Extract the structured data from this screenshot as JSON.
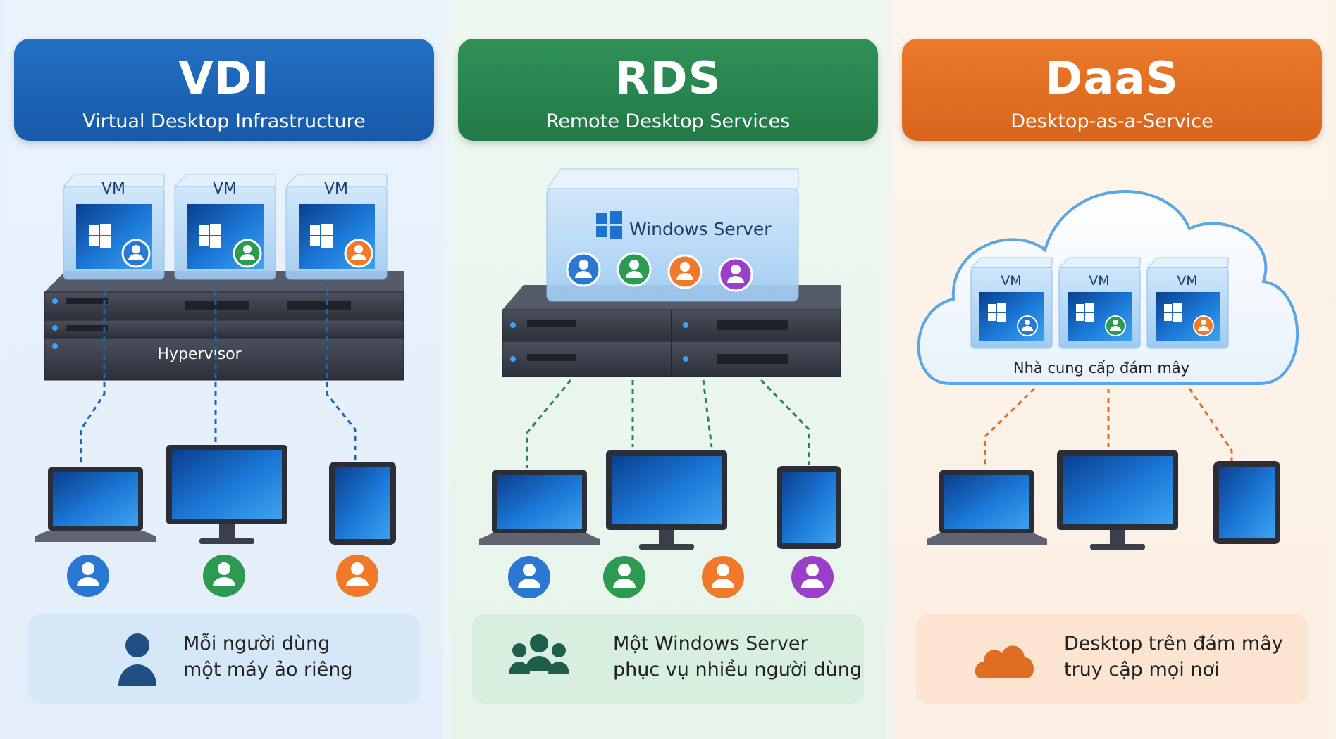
{
  "panels": [
    {
      "id": "vdi",
      "title": "VDI",
      "subtitle": "Virtual Desktop Infrastructure",
      "vm_label": "VM",
      "server_label": "Hypervisor",
      "caption_line1": "Mỗi người dùng",
      "caption_line2": "một máy ảo riêng",
      "accent": "#1c64b4"
    },
    {
      "id": "rds",
      "title": "RDS",
      "subtitle": "Remote Desktop Services",
      "server_label": "Windows Server",
      "caption_line1": "Một Windows Server",
      "caption_line2": "phục vụ nhiều người dùng",
      "accent": "#2a8550"
    },
    {
      "id": "daas",
      "title": "DaaS",
      "subtitle": "Desktop-as-a-Service",
      "vm_label": "VM",
      "cloud_label": "Nhà cung cấp đám mây",
      "caption_line1": "Desktop trên đám mây",
      "caption_line2": "truy cập mọi nơi",
      "accent": "#df6d22"
    }
  ],
  "colors": {
    "user_blue": "#2a78d2",
    "user_green": "#2d9a52",
    "user_orange": "#f07a2a",
    "user_purple": "#9a3fc9",
    "server_dark": "#3a3f4b"
  },
  "icons": {
    "windows": "windows-logo-icon",
    "user": "user-icon",
    "group": "users-group-icon",
    "cloud": "cloud-icon"
  }
}
